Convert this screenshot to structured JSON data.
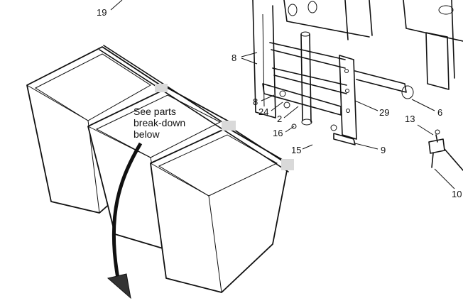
{
  "note": {
    "lines": [
      "See parts",
      "break-down",
      "below"
    ]
  },
  "callouts": [
    "19",
    "8",
    "8",
    "24",
    "2",
    "16",
    "15",
    "29",
    "6",
    "13",
    "9",
    "10"
  ]
}
